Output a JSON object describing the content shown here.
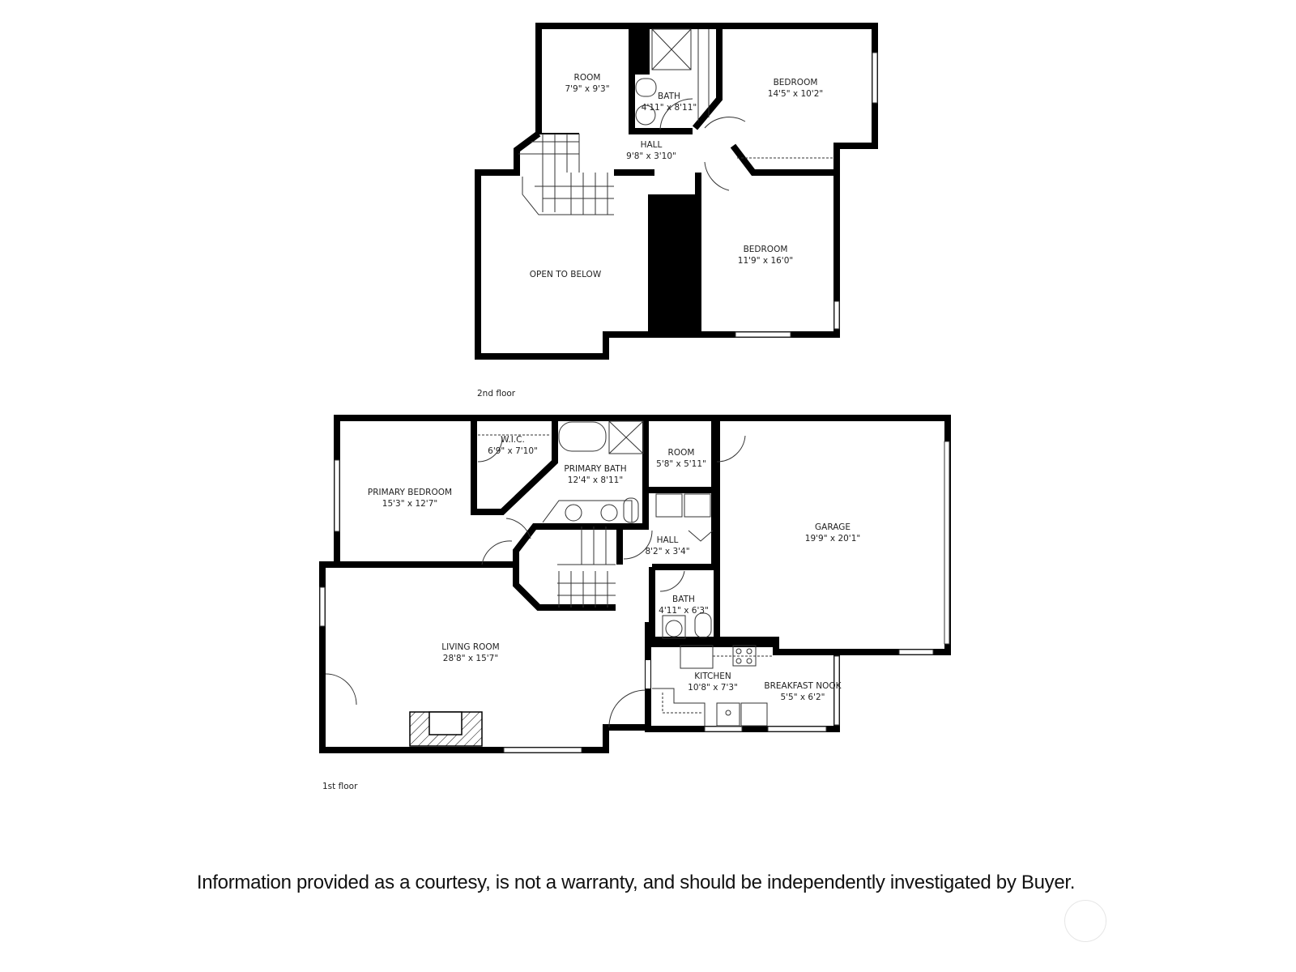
{
  "floors": {
    "second": {
      "label": "2nd floor",
      "rooms": {
        "room": {
          "name": "ROOM",
          "dims": "7'9\" x 9'3\""
        },
        "bath": {
          "name": "BATH",
          "dims": "4'11\" x 8'11\""
        },
        "bedroom_a": {
          "name": "BEDROOM",
          "dims": "14'5\" x 10'2\""
        },
        "hall": {
          "name": "HALL",
          "dims": "9'8\" x 3'10\""
        },
        "bedroom_b": {
          "name": "BEDROOM",
          "dims": "11'9\" x 16'0\""
        },
        "open": {
          "name": "OPEN TO BELOW",
          "dims": ""
        }
      }
    },
    "first": {
      "label": "1st floor",
      "rooms": {
        "wic": {
          "name": "W.I.C.",
          "dims": "6'9\" x 7'10\""
        },
        "primary_bath": {
          "name": "PRIMARY BATH",
          "dims": "12'4\" x 8'11\""
        },
        "room": {
          "name": "ROOM",
          "dims": "5'8\" x 5'11\""
        },
        "primary_bedroom": {
          "name": "PRIMARY BEDROOM",
          "dims": "15'3\" x 12'7\""
        },
        "garage": {
          "name": "GARAGE",
          "dims": "19'9\" x 20'1\""
        },
        "hall": {
          "name": "HALL",
          "dims": "8'2\" x 3'4\""
        },
        "bath": {
          "name": "BATH",
          "dims": "4'11\" x 6'3\""
        },
        "living": {
          "name": "LIVING ROOM",
          "dims": "28'8\" x 15'7\""
        },
        "kitchen": {
          "name": "KITCHEN",
          "dims": "10'8\" x 7'3\""
        },
        "nook": {
          "name": "BREAKFAST NOOK",
          "dims": "5'5\" x 6'2\""
        }
      }
    }
  },
  "disclaimer": "Information provided as a courtesy, is not a warranty, and should be independently investigated by Buyer.",
  "colors": {
    "wall": "#000000",
    "background": "#ffffff"
  }
}
